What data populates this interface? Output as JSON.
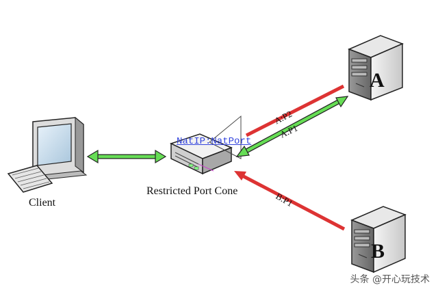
{
  "labels": {
    "client": "Client",
    "nat_device": "Restricted Port Cone",
    "nat_address": "NatIP:NatPort",
    "server_a": "A",
    "server_b": "B",
    "arrow_a_p2": "A:P2",
    "arrow_a_p1": "A:P1",
    "arrow_b_p1": "B:P1"
  },
  "watermark": "头条 @开心玩技术",
  "colors": {
    "green_arrow": "#66dd55",
    "red_arrow": "#dd3333",
    "nat_link": "#3344dd"
  },
  "icons": [
    "client-computer-icon",
    "router-icon",
    "server-icon"
  ]
}
